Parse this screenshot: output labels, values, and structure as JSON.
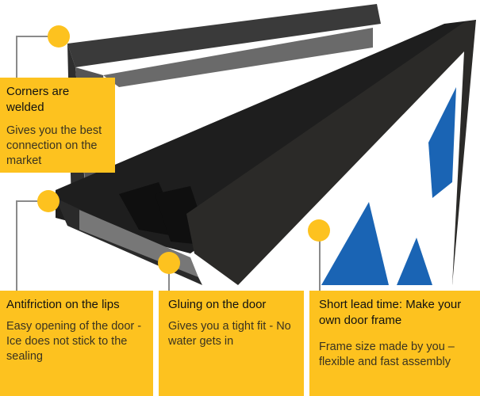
{
  "colors": {
    "accent": "#fdc21f",
    "connector": "#8a8a8a",
    "product": "#2a2a2a",
    "door_print": "#1a64b4"
  },
  "callouts": [
    {
      "title": "Corners are welded",
      "description": "Gives you the best connection on the market"
    },
    {
      "title": "Antifriction on the lips",
      "description": "Easy opening of the door - Ice does not stick to the sealing"
    },
    {
      "title": "Gluing on the door",
      "description": "Gives you a tight fit - No water gets in"
    },
    {
      "title": "Short lead time: Make your own door frame",
      "description": "Frame size made by you – flexible and fast assembly"
    }
  ]
}
